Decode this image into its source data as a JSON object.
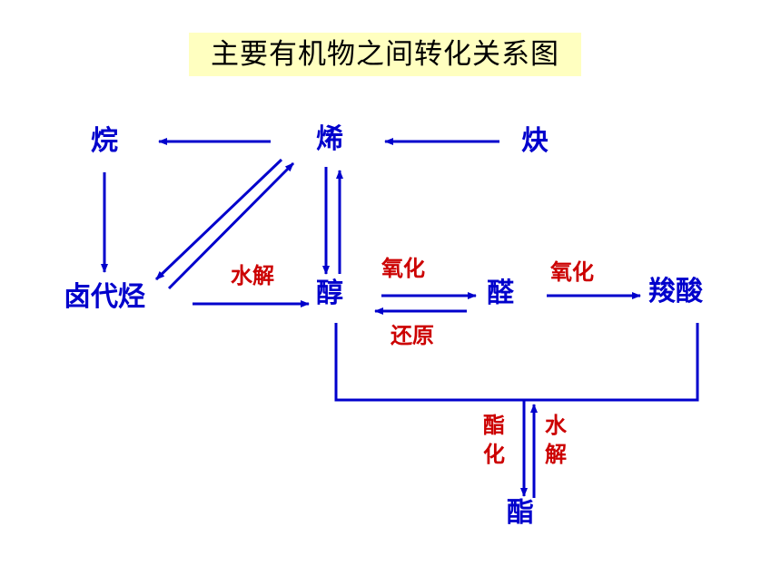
{
  "title": "主要有机物之间转化关系图",
  "nodes": {
    "alkane": "烷",
    "alkene": "烯",
    "alkyne": "炔",
    "haloalkane": "卤代烃",
    "alcohol": "醇",
    "aldehyde": "醛",
    "carboxylic_acid": "羧酸",
    "ester": "酯"
  },
  "labels": {
    "hydrolysis": "水解",
    "oxidation_1": "氧化",
    "oxidation_2": "氧化",
    "reduction": "还原",
    "esterification_1": "酯",
    "esterification_2": "化",
    "ester_hydrolysis_1": "水",
    "ester_hydrolysis_2": "解"
  },
  "colors": {
    "node_text": "#0000cc",
    "arrow": "#0000cc",
    "reaction_label": "#cc0000",
    "title_background": "#ffffc0"
  }
}
